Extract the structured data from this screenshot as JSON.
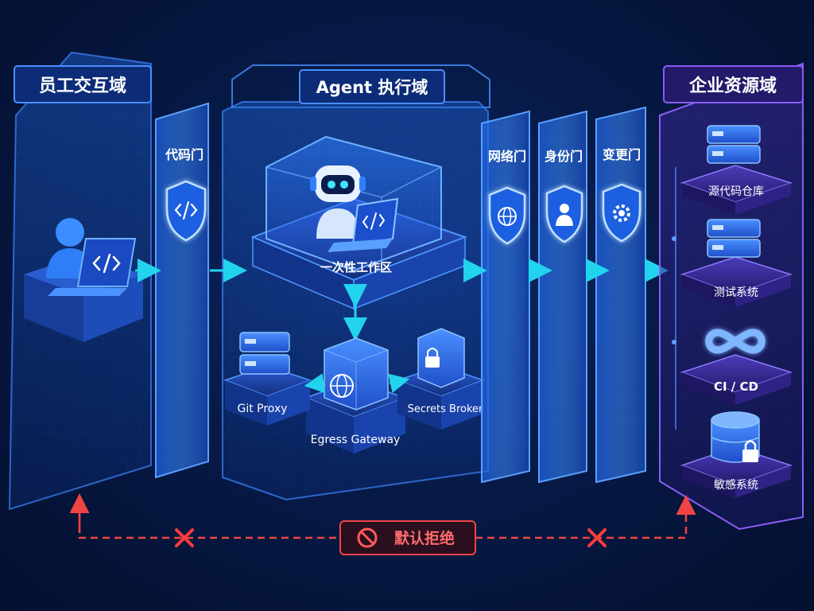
{
  "domains": {
    "employee": "员工交互域",
    "agent": "Agent 执行域",
    "enterprise": "企业资源域"
  },
  "gates": {
    "code": "代码门",
    "network": "网络门",
    "identity": "身份门",
    "change": "变更门"
  },
  "agent_area": {
    "workspace": "一次性工作区",
    "git_proxy": "Git Proxy",
    "egress_gateway": "Egress Gateway",
    "secrets_broker": "Secrets Broker"
  },
  "resources": {
    "source_repo": "源代码仓库",
    "test_system": "测试系统",
    "cicd": "CI / CD",
    "sensitive_system": "敏感系统"
  },
  "deny": {
    "label": "默认拒绝"
  },
  "colors": {
    "panel_blue": "#2f7fff",
    "arrow_cyan": "#22d3ee",
    "enterprise_purple": "#8b5cf6",
    "deny_red": "#ef4444",
    "background": "#071a47"
  }
}
